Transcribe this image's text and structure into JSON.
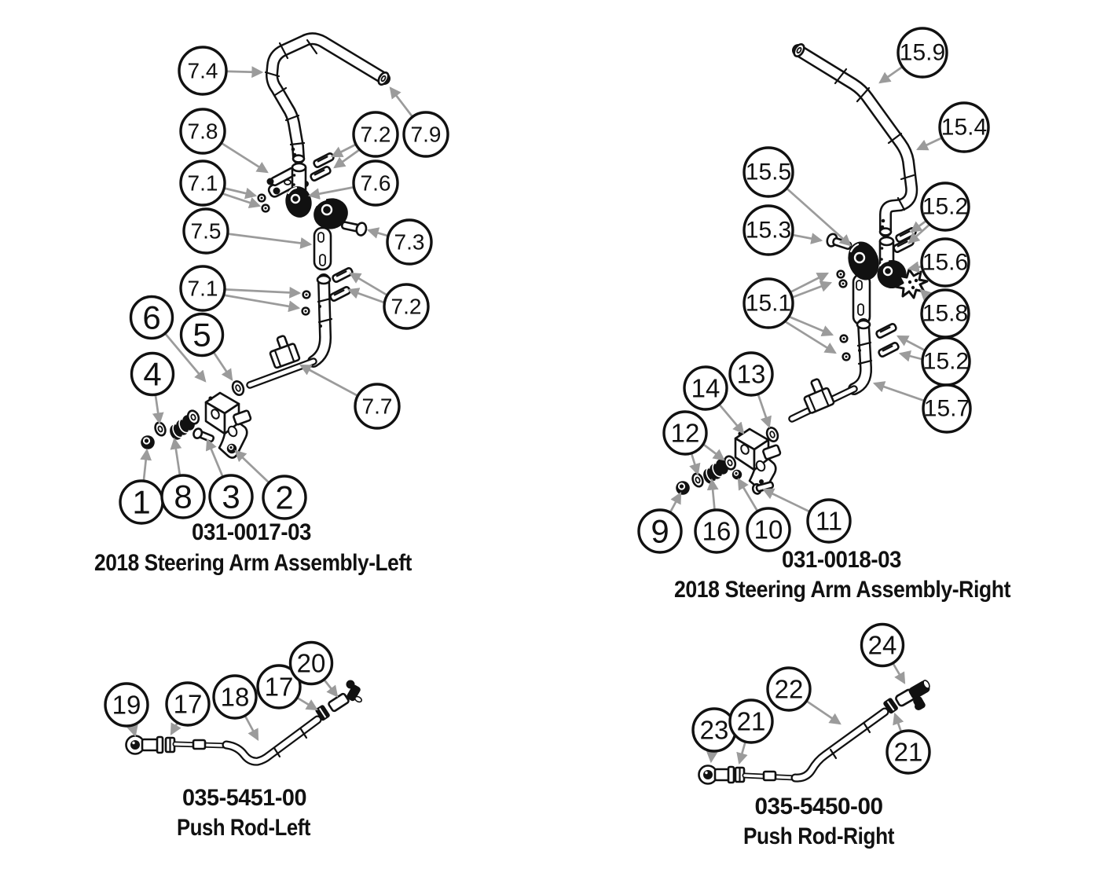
{
  "figure": {
    "background_color": "#ffffff",
    "line_color": "#111111",
    "arrow_color": "#9b9b9b"
  },
  "diagrams": [
    {
      "id": "steering-arm-assembly-left",
      "part_number": "031-0017-03",
      "title": "2018 Steering Arm Assembly-Left",
      "callouts": [
        {
          "label": "7.4"
        },
        {
          "label": "7.8"
        },
        {
          "label": "7.1"
        },
        {
          "label": "7.5"
        },
        {
          "label": "7.1"
        },
        {
          "label": "6"
        },
        {
          "label": "5"
        },
        {
          "label": "4"
        },
        {
          "label": "1"
        },
        {
          "label": "8"
        },
        {
          "label": "3"
        },
        {
          "label": "2"
        },
        {
          "label": "7.2"
        },
        {
          "label": "7.9"
        },
        {
          "label": "7.6"
        },
        {
          "label": "7.3"
        },
        {
          "label": "7.2"
        },
        {
          "label": "7.7"
        }
      ]
    },
    {
      "id": "steering-arm-assembly-right",
      "part_number": "031-0018-03",
      "title": "2018 Steering Arm Assembly-Right",
      "callouts": [
        {
          "label": "15.9"
        },
        {
          "label": "15.4"
        },
        {
          "label": "15.5"
        },
        {
          "label": "15.3"
        },
        {
          "label": "15.2"
        },
        {
          "label": "15.6"
        },
        {
          "label": "15.1"
        },
        {
          "label": "15.8"
        },
        {
          "label": "15.2"
        },
        {
          "label": "15.7"
        },
        {
          "label": "14"
        },
        {
          "label": "13"
        },
        {
          "label": "12"
        },
        {
          "label": "9"
        },
        {
          "label": "16"
        },
        {
          "label": "10"
        },
        {
          "label": "11"
        }
      ]
    },
    {
      "id": "push-rod-left",
      "part_number": "035-5451-00",
      "title": "Push Rod-Left",
      "callouts": [
        {
          "label": "19"
        },
        {
          "label": "17"
        },
        {
          "label": "18"
        },
        {
          "label": "17"
        },
        {
          "label": "20"
        }
      ]
    },
    {
      "id": "push-rod-right",
      "part_number": "035-5450-00",
      "title": "Push Rod-Right",
      "callouts": [
        {
          "label": "23"
        },
        {
          "label": "21"
        },
        {
          "label": "22"
        },
        {
          "label": "24"
        },
        {
          "label": "21"
        }
      ]
    }
  ]
}
